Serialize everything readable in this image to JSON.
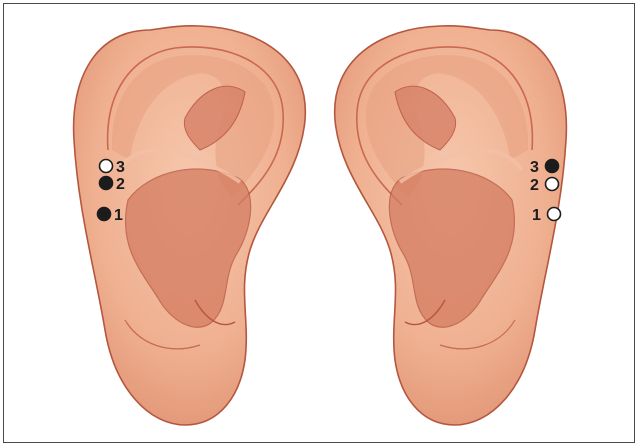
{
  "figure": {
    "left_ear": {
      "points": [
        {
          "label": "3",
          "fill": "open"
        },
        {
          "label": "2",
          "fill": "filled"
        },
        {
          "label": "1",
          "fill": "filled"
        }
      ]
    },
    "right_ear": {
      "points": [
        {
          "label": "3",
          "fill": "filled"
        },
        {
          "label": "2",
          "fill": "open"
        },
        {
          "label": "1",
          "fill": "open"
        }
      ]
    }
  },
  "colors": {
    "skin": "#f0b394",
    "skin_shadow": "#d9846a",
    "skin_deep": "#c96d55",
    "outline": "#b5563f",
    "marker_dark": "#1c1c1c",
    "marker_open": "#ffffff"
  }
}
